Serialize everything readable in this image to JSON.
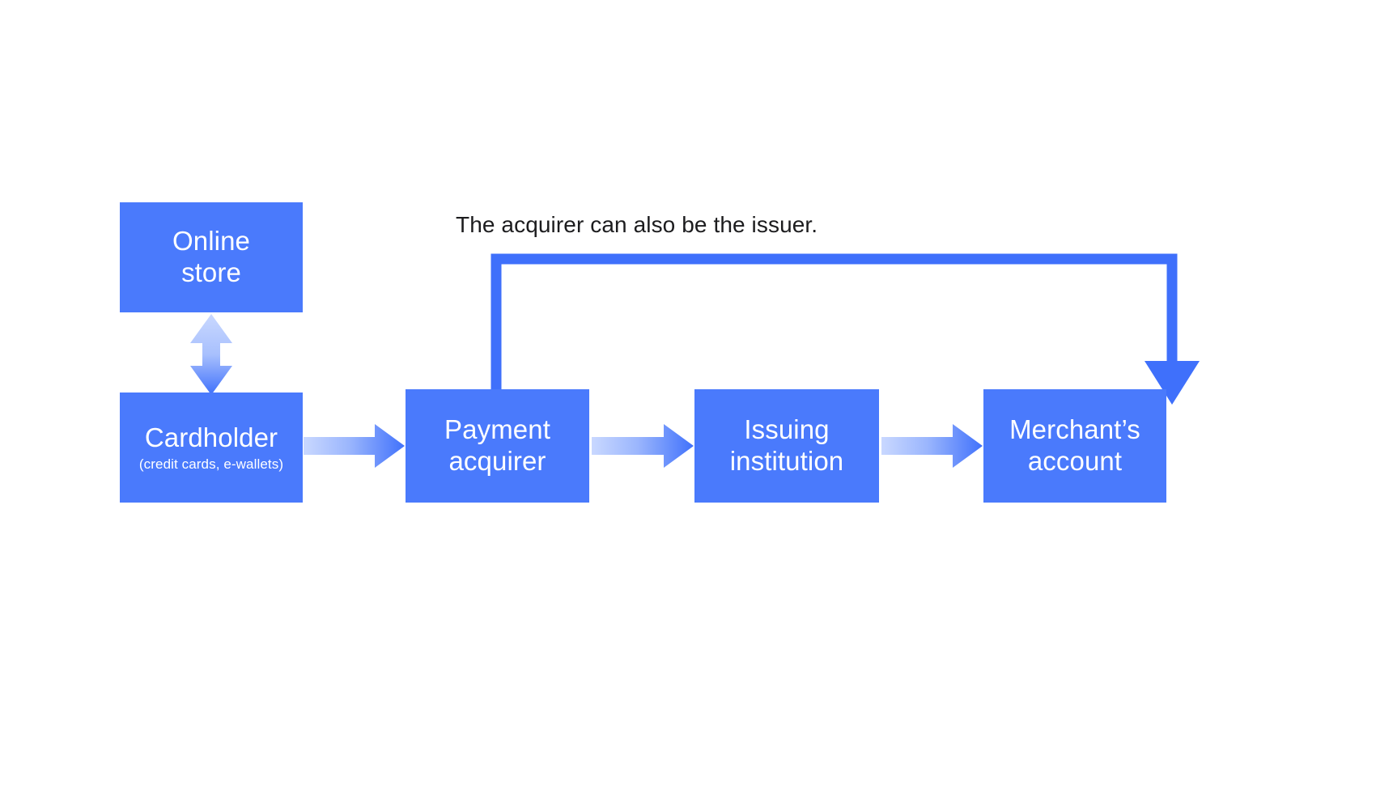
{
  "diagram": {
    "title_text": "The acquirer can also be the issuer.",
    "background_color": "#ffffff",
    "node_fill_color": "#4a7afc",
    "node_text_color": "#ffffff",
    "arrow_color_strong": "#4a7afc",
    "arrow_color_light": "#c6d5fe",
    "annotation_text_color": "#1c1c1e"
  },
  "nodes": [
    {
      "id": "online-store",
      "title": "Online\nstore",
      "subtitle": ""
    },
    {
      "id": "cardholder",
      "title": "Cardholder",
      "subtitle": "(credit cards, e-wallets)"
    },
    {
      "id": "payment-acquirer",
      "title": "Payment\nacquirer",
      "subtitle": ""
    },
    {
      "id": "issuing-institution",
      "title": "Issuing\ninstitution",
      "subtitle": ""
    },
    {
      "id": "merchants-account",
      "title": "Merchant’s\naccount",
      "subtitle": ""
    }
  ],
  "connectors": [
    {
      "id": "online-store-cardholder",
      "type": "double-vertical",
      "from": "online-store",
      "to": "cardholder"
    },
    {
      "id": "cardholder-payment-acquirer",
      "type": "horizontal",
      "from": "cardholder",
      "to": "payment-acquirer"
    },
    {
      "id": "payment-acquirer-issuing-institution",
      "type": "horizontal",
      "from": "payment-acquirer",
      "to": "issuing-institution"
    },
    {
      "id": "issuing-institution-merchants-account",
      "type": "horizontal",
      "from": "issuing-institution",
      "to": "merchants-account"
    },
    {
      "id": "payment-acquirer-merchants-account-routed",
      "type": "orthogonal-routed",
      "from": "payment-acquirer",
      "to": "merchants-account"
    }
  ]
}
